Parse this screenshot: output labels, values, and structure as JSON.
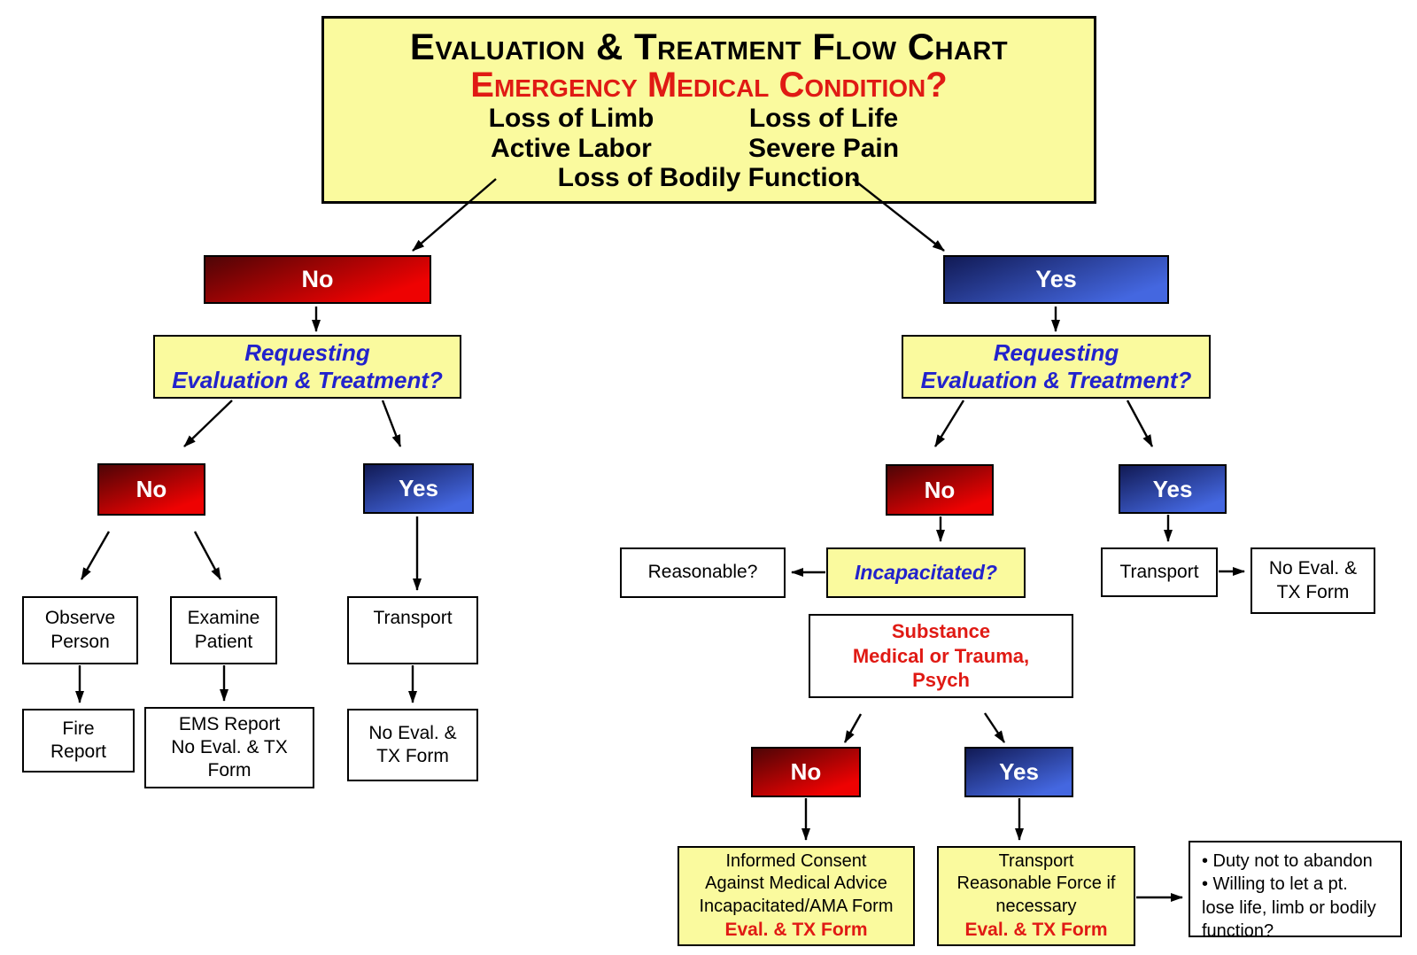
{
  "colors": {
    "box_yellow": "#fafa9e",
    "red_grad_dark": "#4e0506",
    "red_grad_bright": "#ee0202",
    "blue_grad_dark": "#111a55",
    "blue_grad_bright": "#4467e0",
    "text_blue": "#2222cc",
    "text_red": "#e01a14"
  },
  "title": {
    "heading": "Evaluation & Treatment Flow Chart",
    "question": "Emergency Medical Condition?",
    "col1": [
      "Loss of Limb",
      "Active Labor"
    ],
    "col2": [
      "Loss of Life",
      "Severe Pain"
    ],
    "bottom": "Loss of Bodily Function"
  },
  "decisions": {
    "no": "No",
    "yes": "Yes",
    "requesting": "Requesting\nEvaluation & Treatment?",
    "incapacitated": "Incapacitated?"
  },
  "left_branch": {
    "observe": "Observe\nPerson",
    "examine": "Examine\nPatient",
    "transport": "Transport",
    "fire_report": "Fire\nReport",
    "ems_report": "EMS Report\nNo Eval. & TX\nForm",
    "no_eval": "No Eval. &\nTX Form"
  },
  "right_branch": {
    "reasonable": "Reasonable?",
    "transport": "Transport",
    "no_eval": "No Eval. &\nTX Form",
    "substance": "Substance\nMedical or Trauma,\nPsych",
    "consent_lines": "Informed Consent\nAgainst Medical Advice\nIncapacitated/AMA Form",
    "force_lines": "Transport\nReasonable Force if\nnecessary",
    "form_label": "Eval. & TX Form",
    "duty_notes": "•  Duty not to abandon\n•  Willing to let a pt.\nlose life, limb or bodily\nfunction?"
  }
}
